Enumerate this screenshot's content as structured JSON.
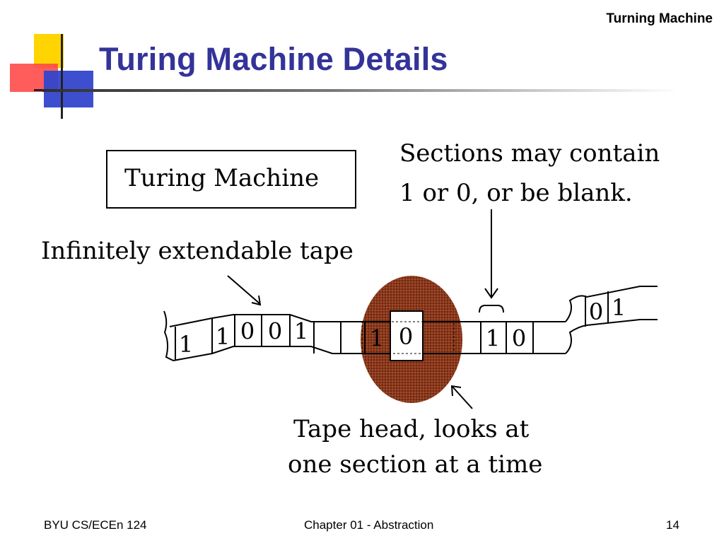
{
  "header": {
    "label": "Turning Machine"
  },
  "slide": {
    "title": "Turing Machine Details"
  },
  "diagram": {
    "box_label": "Turing Machine",
    "annotation_tape": "Infinitely extendable tape",
    "annotation_sections": [
      "Sections may contain",
      "1 or 0, or be blank."
    ],
    "annotation_head": [
      "Tape head, looks at",
      "one section at a time"
    ],
    "tape_cells": [
      "1",
      "1",
      "0",
      "0",
      "1",
      "",
      "",
      "1",
      "0",
      "",
      "1",
      "0",
      "",
      "0",
      "1"
    ],
    "colors": {
      "head": "#8b3a1e",
      "title": "#333399"
    }
  },
  "footer": {
    "left": "BYU CS/ECEn 124",
    "center": "Chapter 01 - Abstraction",
    "page": "14"
  }
}
